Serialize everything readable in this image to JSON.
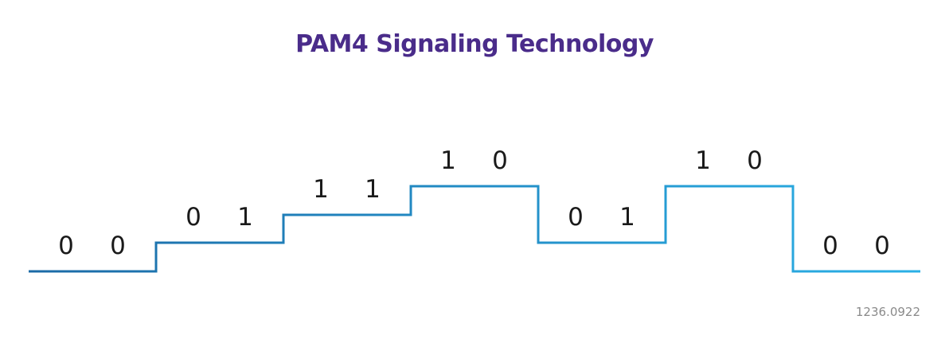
{
  "title": "PAM4 Signaling Technology",
  "reference": "1236.0922",
  "colors": {
    "title": "#4a2c8a",
    "wave_start": "#1b6aa6",
    "wave_end": "#2ab0e6",
    "bits": "#1a1a1a",
    "reference": "#8a8a8a"
  },
  "signal": {
    "levels": [
      0,
      1,
      2,
      3,
      1,
      3,
      0
    ],
    "symbols": [
      {
        "level": 0,
        "bits": [
          "0",
          "0"
        ]
      },
      {
        "level": 1,
        "bits": [
          "0",
          "1"
        ]
      },
      {
        "level": 2,
        "bits": [
          "1",
          "1"
        ]
      },
      {
        "level": 3,
        "bits": [
          "1",
          "0"
        ]
      },
      {
        "level": 1,
        "bits": [
          "0",
          "1"
        ]
      },
      {
        "level": 3,
        "bits": [
          "1",
          "0"
        ]
      },
      {
        "level": 0,
        "bits": [
          "0",
          "0"
        ]
      }
    ]
  }
}
